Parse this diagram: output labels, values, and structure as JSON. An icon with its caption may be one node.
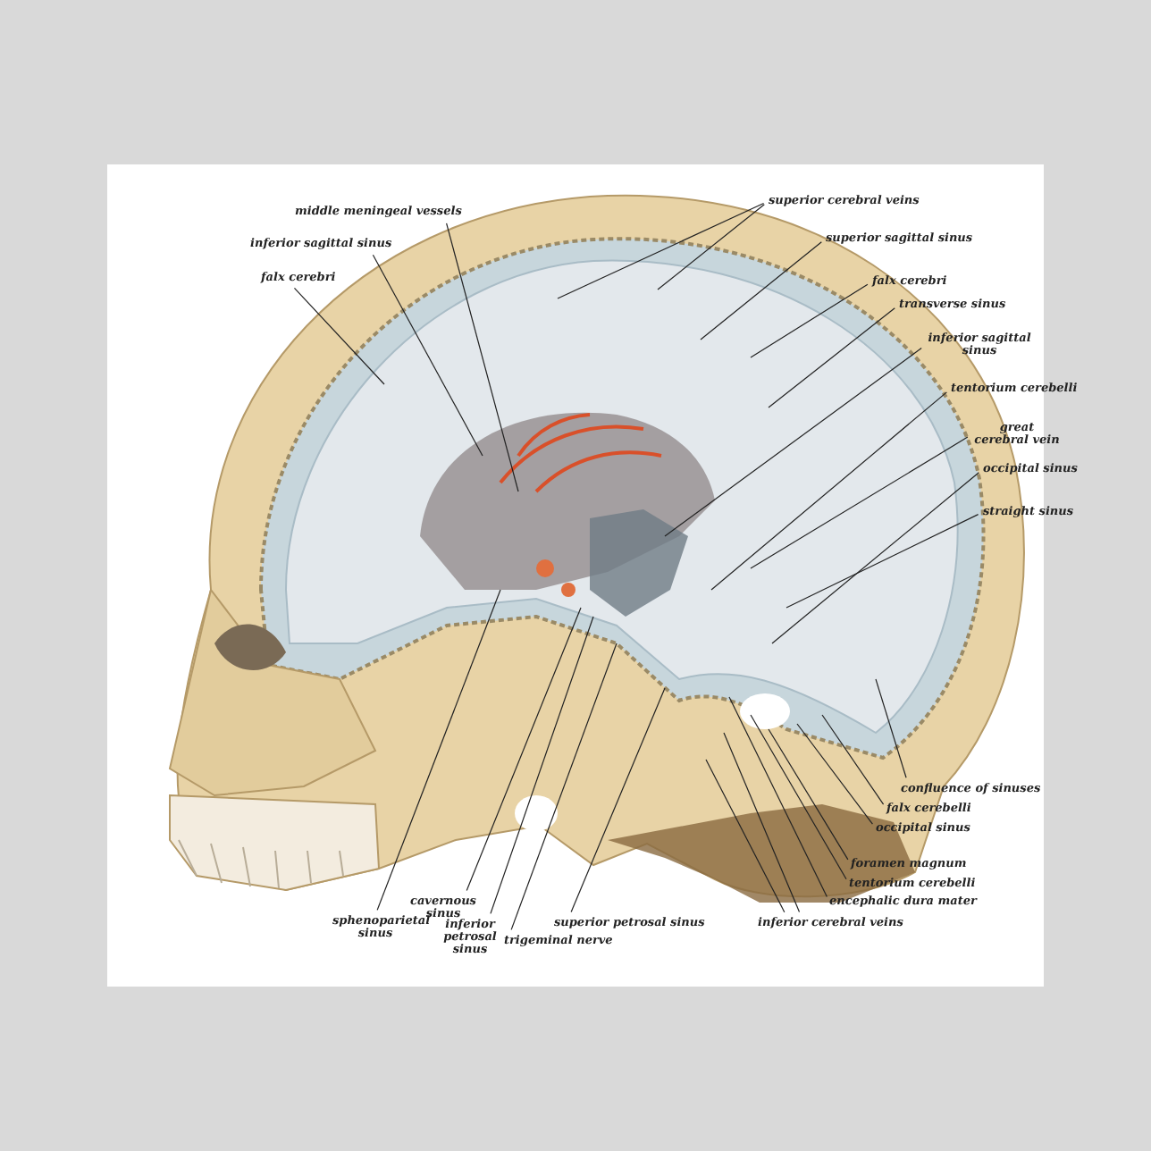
{
  "diagram": {
    "nodes": [
      {
        "text": [
          "middle meningeal vessels"
        ]
      },
      {
        "text": [
          "inferior sagittal sinus"
        ]
      },
      {
        "text": [
          "falx cerebri"
        ]
      },
      {
        "text": [
          "superior cerebral veins"
        ]
      },
      {
        "text": [
          "superior sagittal sinus"
        ]
      },
      {
        "text": [
          "falx cerebri"
        ]
      },
      {
        "text": [
          "transverse sinus"
        ]
      },
      {
        "text": [
          "inferior sagittal sinus"
        ]
      },
      {
        "text": [
          "tentorium cerebelli"
        ]
      },
      {
        "text": [
          "great cerebral vein"
        ]
      },
      {
        "text": [
          "occipital sinus"
        ]
      },
      {
        "text": [
          "straight sinus"
        ]
      },
      {
        "text": [
          "confluence of sinuses"
        ]
      },
      {
        "text": [
          "falx cerebelli"
        ]
      },
      {
        "text": [
          "occipital sinus"
        ]
      },
      {
        "text": [
          "foramen magnum"
        ]
      },
      {
        "text": [
          "tentorium cerebelli"
        ]
      },
      {
        "text": [
          "encephalic dura mater"
        ]
      },
      {
        "text": [
          "inferior cerebral veins"
        ]
      },
      {
        "text": [
          "sphenoparietal sinus"
        ]
      },
      {
        "text": [
          "cavernous sinus"
        ]
      },
      {
        "text": [
          "inferior petrosal sinus"
        ]
      },
      {
        "text": [
          "trigeminal nerve"
        ]
      },
      {
        "text": [
          "superior petrosal sinus"
        ]
      }
    ],
    "edges": [
      {
        "from": 0,
        "to": null,
        "arrow": "none"
      },
      {
        "from": 1,
        "to": null,
        "arrow": "none"
      },
      {
        "from": 2,
        "to": null,
        "arrow": "none"
      },
      {
        "from": 3,
        "to": null,
        "arrow": "none"
      },
      {
        "from": 3,
        "to": null,
        "arrow": "none"
      },
      {
        "from": 4,
        "to": null,
        "arrow": "none"
      },
      {
        "from": 5,
        "to": null,
        "arrow": "none"
      },
      {
        "from": 6,
        "to": null,
        "arrow": "none"
      },
      {
        "from": 7,
        "to": null,
        "arrow": "none"
      },
      {
        "from": 8,
        "to": null,
        "arrow": "none"
      },
      {
        "from": 9,
        "to": null,
        "arrow": "none"
      },
      {
        "from": 10,
        "to": null,
        "arrow": "none"
      },
      {
        "from": 11,
        "to": null,
        "arrow": "none"
      },
      {
        "from": 12,
        "to": null,
        "arrow": "none"
      },
      {
        "from": 13,
        "to": null,
        "arrow": "none"
      },
      {
        "from": 14,
        "to": null,
        "arrow": "none"
      },
      {
        "from": 15,
        "to": null,
        "arrow": "none"
      },
      {
        "from": 16,
        "to": null,
        "arrow": "none"
      },
      {
        "from": 17,
        "to": null,
        "arrow": "none"
      },
      {
        "from": 18,
        "to": null,
        "arrow": "none"
      },
      {
        "from": 18,
        "to": null,
        "arrow": "none"
      },
      {
        "from": 19,
        "to": null,
        "arrow": "none"
      },
      {
        "from": 20,
        "to": null,
        "arrow": "none"
      },
      {
        "from": 21,
        "to": null,
        "arrow": "none"
      },
      {
        "from": 22,
        "to": null,
        "arrow": "none"
      },
      {
        "from": 23,
        "to": null,
        "arrow": "none"
      }
    ]
  }
}
